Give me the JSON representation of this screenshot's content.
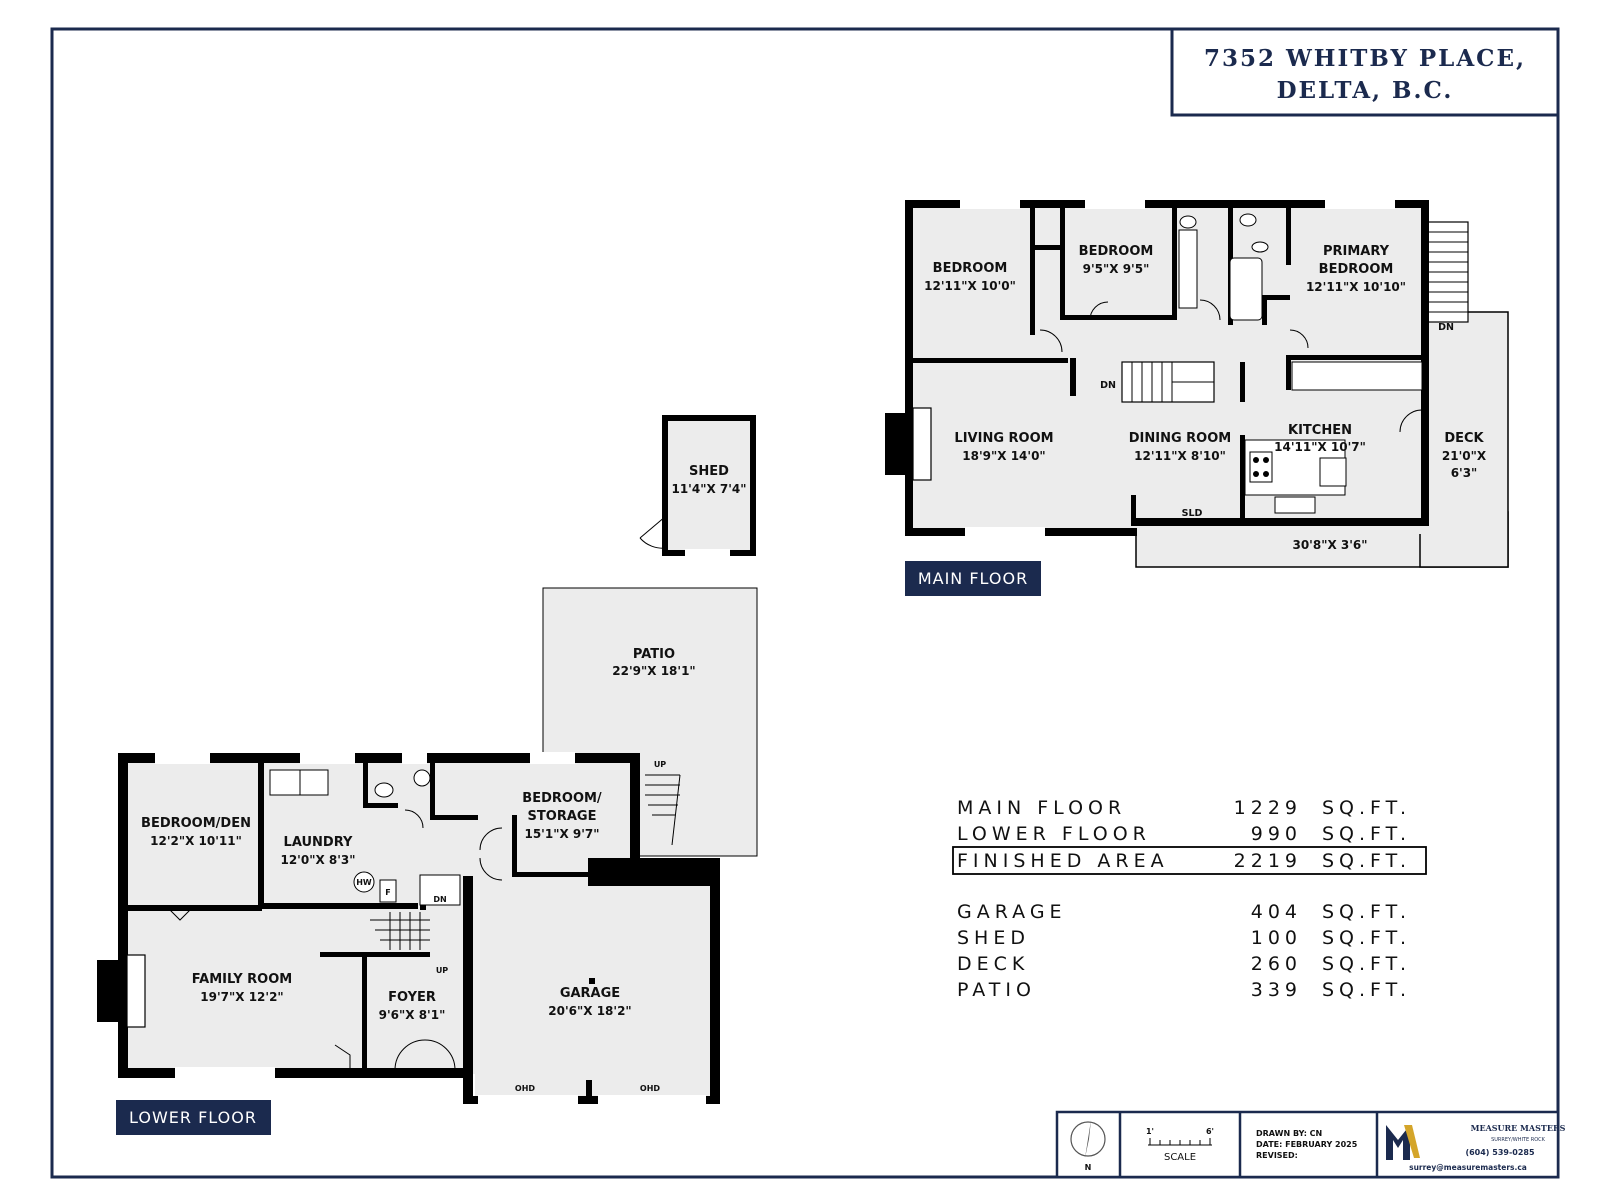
{
  "title": {
    "line1": "7352 WHITBY PLACE,",
    "line2": "DELTA, B.C."
  },
  "floor_tags": {
    "main": "MAIN FLOOR",
    "lower": "LOWER FLOOR"
  },
  "main_floor_rooms": [
    {
      "name": "BEDROOM",
      "dims": "12'11\"X 10'0\""
    },
    {
      "name": "BEDROOM",
      "dims": "9'5\"X 9'5\""
    },
    {
      "name": "PRIMARY",
      "name2": "BEDROOM",
      "dims": "12'11\"X 10'10\""
    },
    {
      "name": "LIVING ROOM",
      "dims": "18'9\"X 14'0\""
    },
    {
      "name": "DINING ROOM",
      "dims": "12'11\"X 8'10\""
    },
    {
      "name": "KITCHEN",
      "dims": "14'11\"X 10'7\""
    },
    {
      "name": "DECK",
      "dims": "21'0\"X",
      "dims2": "6'3\""
    }
  ],
  "main_floor_misc": {
    "balcony_dims": "30'8\"X 3'6\"",
    "dn1": "DN",
    "dn2": "DN",
    "sld": "SLD"
  },
  "shed": {
    "name": "SHED",
    "dims": "11'4\"X 7'4\""
  },
  "patio": {
    "name": "PATIO",
    "dims": "22'9\"X 18'1\"",
    "up": "UP"
  },
  "lower_floor_rooms": [
    {
      "name": "BEDROOM/DEN",
      "dims": "12'2\"X 10'11\""
    },
    {
      "name": "LAUNDRY",
      "dims": "12'0\"X 8'3\""
    },
    {
      "name": "BEDROOM/",
      "name2": "STORAGE",
      "dims": "15'1\"X 9'7\""
    },
    {
      "name": "FAMILY ROOM",
      "dims": "19'7\"X 12'2\""
    },
    {
      "name": "FOYER",
      "dims": "9'6\"X 8'1\""
    },
    {
      "name": "GARAGE",
      "dims": "20'6\"X 18'2\""
    }
  ],
  "lower_floor_misc": {
    "hw": "HW",
    "f": "F",
    "dn": "DN",
    "up": "UP",
    "ohd1": "OHD",
    "ohd2": "OHD"
  },
  "areas": [
    {
      "label": "MAIN FLOOR",
      "value": "1229",
      "unit": "SQ.FT."
    },
    {
      "label": "LOWER FLOOR",
      "value": "990",
      "unit": "SQ.FT."
    },
    {
      "label": "FINISHED AREA",
      "value": "2219",
      "unit": "SQ.FT."
    },
    {
      "label": "GARAGE",
      "value": "404",
      "unit": "SQ.FT."
    },
    {
      "label": "SHED",
      "value": "100",
      "unit": "SQ.FT."
    },
    {
      "label": "DECK",
      "value": "260",
      "unit": "SQ.FT."
    },
    {
      "label": "PATIO",
      "value": "339",
      "unit": "SQ.FT."
    }
  ],
  "footer": {
    "north": "N",
    "scale_left": "1'",
    "scale_right": "6'",
    "scale_label": "SCALE",
    "drawn_by": "DRAWN BY: CN",
    "date": "DATE: FEBRUARY 2025",
    "revised": "REVISED:",
    "company": "MEASURE MASTERS",
    "location": "SURREY/WHITE ROCK",
    "phone": "(604) 539-0285",
    "email": "surrey@measuremasters.ca",
    "logo_colors": {
      "navy": "#1b2a4e",
      "gold": "#d4a52a"
    }
  }
}
